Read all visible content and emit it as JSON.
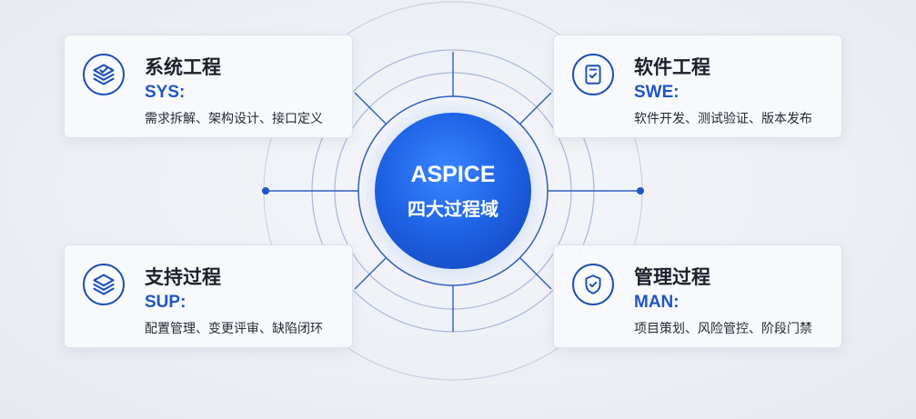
{
  "center": {
    "line1": "ASPICE",
    "line2": "四大过程域"
  },
  "domains": [
    {
      "title": "系统工程",
      "code": "SYS:",
      "desc": "需求拆解、架构设计、接口定义",
      "icon": "layers-check-icon"
    },
    {
      "title": "软件工程",
      "code": "SWE:",
      "desc": "软件开发、测试验证、版本发布",
      "icon": "document-check-icon"
    },
    {
      "title": "支持过程",
      "code": "SUP:",
      "desc": "配置管理、变更评审、缺陷闭环",
      "icon": "layers-stack-icon"
    },
    {
      "title": "管理过程",
      "code": "MAN:",
      "desc": "项目策划、风险管控、阶段门禁",
      "icon": "shield-check-icon"
    }
  ],
  "colors": {
    "accent": "#1f55c7",
    "center_fill": "#1e63e6",
    "line": "#2f5fc2",
    "ring": "#a9b8d6",
    "card_bg": "#f8fafc"
  }
}
